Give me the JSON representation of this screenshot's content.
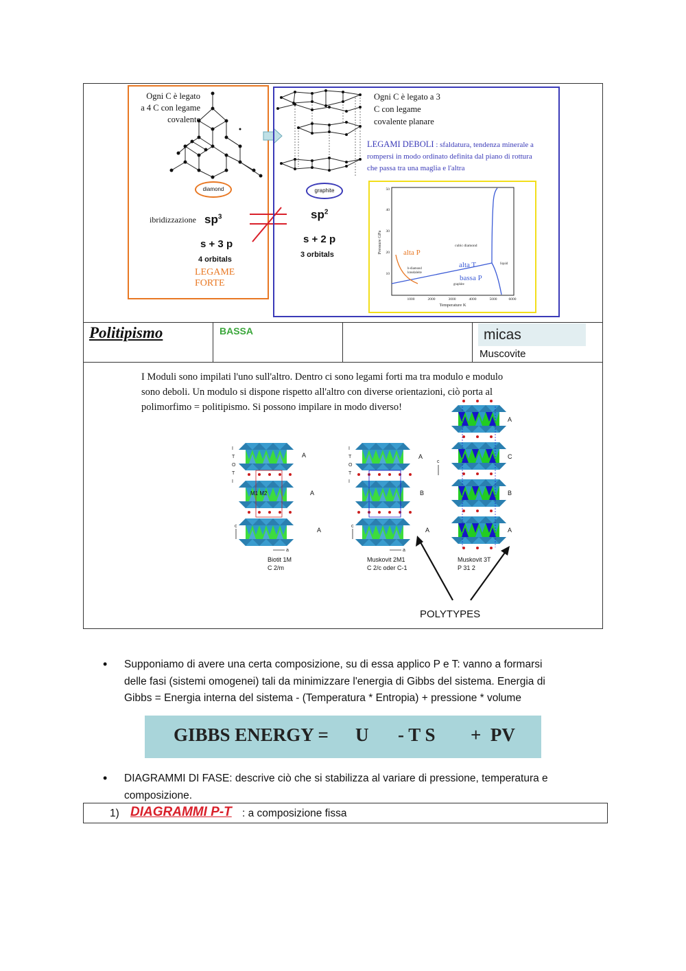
{
  "carbon": {
    "diamond_desc": [
      "Ogni C è legato",
      "a 4 C con legame",
      "covalente"
    ],
    "diamond_label": "diamond",
    "diamond_hybrid_prefix": "ibridizzazione",
    "diamond_hybrid": "sp",
    "diamond_hybrid_exp": "3",
    "diamond_orbitals": "s + 3 p",
    "diamond_orbitals_count": "4 orbitals",
    "diamond_bond": [
      "LEGAME",
      "FORTE"
    ],
    "graphite_desc": [
      "Ogni C è legato a 3",
      "C con legame",
      "covalente planare"
    ],
    "graphite_weak_title": "LEGAMI DEBOLI",
    "graphite_weak_desc": [
      ": sfaldatura, tendenza minerale a",
      "rompersi in modo ordinato definita dal piano di rottura",
      "che passa tra una maglia e l'altra"
    ],
    "graphite_label": "graphite",
    "graphite_hybrid": "sp",
    "graphite_hybrid_exp": "2",
    "graphite_orbitals": "s + 2 p",
    "graphite_orbitals_count": "3 orbitals"
  },
  "phase_chart": {
    "ylabel": "Pressure GPa",
    "xlabel": "Temperature K",
    "x_ticks": [
      "1000",
      "2000",
      "3000",
      "4000",
      "5000",
      "6000"
    ],
    "y_ticks": [
      "10",
      "20",
      "30",
      "40",
      "50"
    ],
    "region_cubic": "cubic diamond",
    "region_hex": [
      "h-diamond",
      "lonsdaleite"
    ],
    "region_graphite": "graphite",
    "region_liquid": "liquid",
    "note_alta_p": "alta P",
    "note_alta_t": "alta T",
    "note_bassa_p": "bassa P"
  },
  "row": {
    "title": "Politipismo",
    "bassa": "BASSA",
    "micas": "micas",
    "muscovite": "Muscovite"
  },
  "moduli_text": [
    "I Moduli sono impilati l'uno sull'altro. Dentro ci sono legami forti ma tra modulo e modulo",
    "sono deboli. Un modulo si dispone rispetto all'altro con diverse orientazioni, ciò porta al",
    "polimorfimo = politipismo. Si possono impilare in modo diverso!"
  ],
  "polytypes": {
    "structures": [
      {
        "name": "Biotit 1M",
        "group": "C 2/m",
        "layers": [
          "A",
          "A",
          "A"
        ]
      },
      {
        "name": "Muskovit 2M1",
        "group": "C 2/c oder C-1",
        "layers": [
          "A",
          "B",
          "A"
        ]
      },
      {
        "name": "Muskovit 3T",
        "group": "P 31 2",
        "layers": [
          "A",
          "C",
          "B",
          "A"
        ]
      }
    ],
    "tot_letters": [
      "I",
      "T",
      "O",
      "T",
      "I"
    ],
    "m_label": "M1 M2",
    "axis_c": "c",
    "axis_a": "a",
    "caption": "POLYTYPES"
  },
  "bullets": [
    [
      "Supponiamo di avere una certa composizione, su di essa applico P e T: vanno a formarsi",
      "delle fasi (sistemi omogenei) tali da minimizzare l'energia di Gibbs del sistema.  Energia di",
      "Gibbs = Energia interna del sistema - (Temperatura * Entropia) + pressione * volume"
    ],
    [
      "DIAGRAMMI DI FASE: descrive ciò che si stabilizza al variare di pressione, temperatura e",
      "composizione."
    ]
  ],
  "gibbs": {
    "label": "GIBBS ENERGY =",
    "u": "U",
    "ts": "- T S",
    "pv": "+  PV"
  },
  "pt": {
    "number": "1)",
    "title": "DIAGRAMMI P-T",
    "rest": ": a composizione fissa"
  },
  "colors": {
    "orange": "#e87722",
    "blue_box": "#3a3ab8",
    "yellow_box": "#f2de1a",
    "green": "#3aa63a",
    "red": "#d9202a",
    "chart_blue": "#3b5bd6",
    "gibbs_bg": "#a9d5da"
  }
}
